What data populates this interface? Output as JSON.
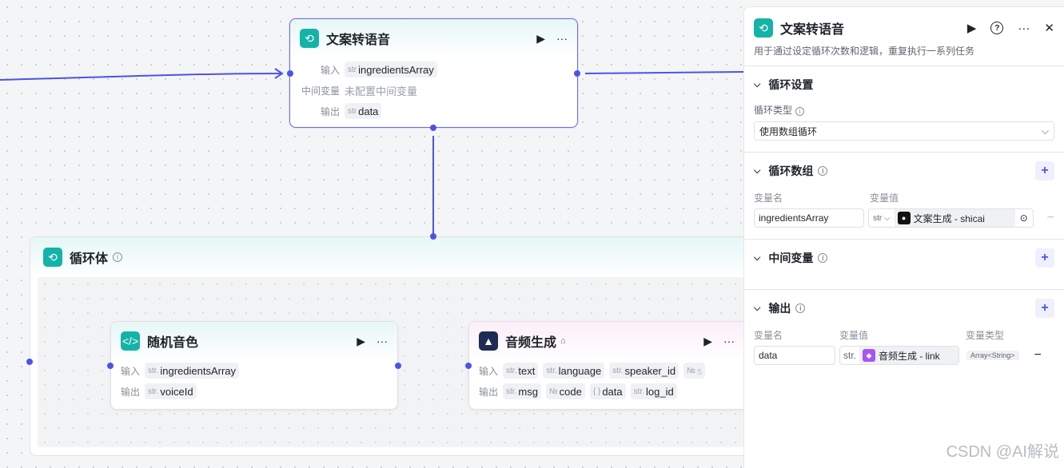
{
  "canvas": {
    "text_node": {
      "title": "文案转语音",
      "input_label": "输入",
      "input_type": "str",
      "input_value": "ingredientsArray",
      "mid_label": "中间变量",
      "mid_value": "未配置中间变量",
      "output_label": "输出",
      "output_type": "str",
      "output_value": "data"
    },
    "loop_body": {
      "title": "循环体"
    },
    "random_voice_node": {
      "title": "随机音色",
      "input_label": "输入",
      "input_type": "str.",
      "input_value": "ingredientsArray",
      "output_label": "输出",
      "output_type": "str.",
      "output_value": "voiceId"
    },
    "audio_node": {
      "title": "音频生成",
      "input_label": "输入",
      "inputs": [
        {
          "type": "str.",
          "name": "text"
        },
        {
          "type": "str.",
          "name": "language"
        },
        {
          "type": "str.",
          "name": "speaker_id"
        },
        {
          "type": "№",
          "name": "s"
        }
      ],
      "output_label": "输出",
      "outputs": [
        {
          "type": "str.",
          "name": "msg"
        },
        {
          "type": "№",
          "name": "code"
        },
        {
          "type": "{ }",
          "name": "data"
        },
        {
          "type": "str.",
          "name": "log_id"
        }
      ]
    }
  },
  "panel": {
    "title": "文案转语音",
    "description": "用于通过设定循环次数和逻辑，重复执行一系列任务",
    "loop_settings": {
      "title": "循环设置",
      "type_label": "循环类型",
      "type_value": "使用数组循环"
    },
    "loop_array": {
      "title": "循环数组",
      "name_header": "变量名",
      "value_header": "变量值",
      "var_name": "ingredientsArray",
      "var_type": "str",
      "ref_value": "文案生成 - shicai"
    },
    "mid_vars": {
      "title": "中间变量"
    },
    "output": {
      "title": "输出",
      "name_header": "变量名",
      "value_header": "变量值",
      "type_header": "变量类型",
      "var_name": "data",
      "ref_type": "str.",
      "ref_value": "音频生成 - link",
      "type_value": "Array<String>"
    }
  },
  "watermark": "CSDN @AI解说",
  "colors": {
    "accent": "#4d53e8",
    "teal": "#14b3a7"
  }
}
